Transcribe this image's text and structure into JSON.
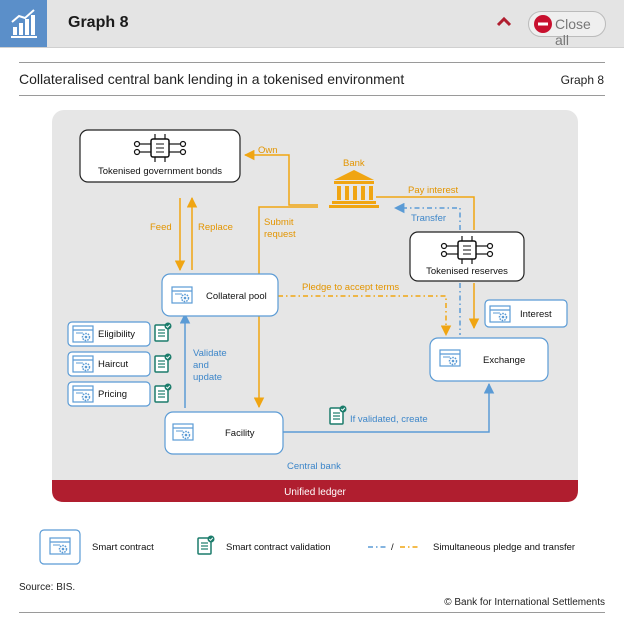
{
  "header": {
    "title": "Graph 8",
    "close_all_label": "Close all"
  },
  "figure": {
    "caption": "Collateralised central bank lending in a tokenised environment",
    "number": "Graph 8",
    "source": "Source: BIS.",
    "copyright": "© Bank for International Settlements"
  },
  "diagram": {
    "nodes": {
      "bonds": "Tokenised government bonds",
      "bank": "Bank",
      "reserves": "Tokenised reserves",
      "collateral_pool": "Collateral pool",
      "interest": "Interest",
      "exchange": "Exchange",
      "eligibility": "Eligibility",
      "haircut": "Haircut",
      "pricing": "Pricing",
      "facility": "Facility"
    },
    "labels": {
      "own": "Own",
      "feed": "Feed",
      "replace": "Replace",
      "submit_l1": "Submit",
      "submit_l2": "request",
      "pay_interest": "Pay interest",
      "transfer": "Transfer",
      "pledge": "Pledge to accept terms",
      "validate_l1": "Validate",
      "validate_l2": "and",
      "validate_l3": "update",
      "if_validated": "If validated, create",
      "central_bank": "Central bank",
      "unified_ledger": "Unified ledger"
    },
    "colors": {
      "orange": "#f0a512",
      "blue": "#5b9bd5",
      "green": "#1b7c6b",
      "ledger": "#b01e2f",
      "panel": "#e6e6e6"
    }
  },
  "legend": {
    "smart_contract": "Smart contract",
    "validation": "Smart contract validation",
    "separator": "/",
    "pledge_transfer": "Simultaneous pledge and transfer"
  }
}
